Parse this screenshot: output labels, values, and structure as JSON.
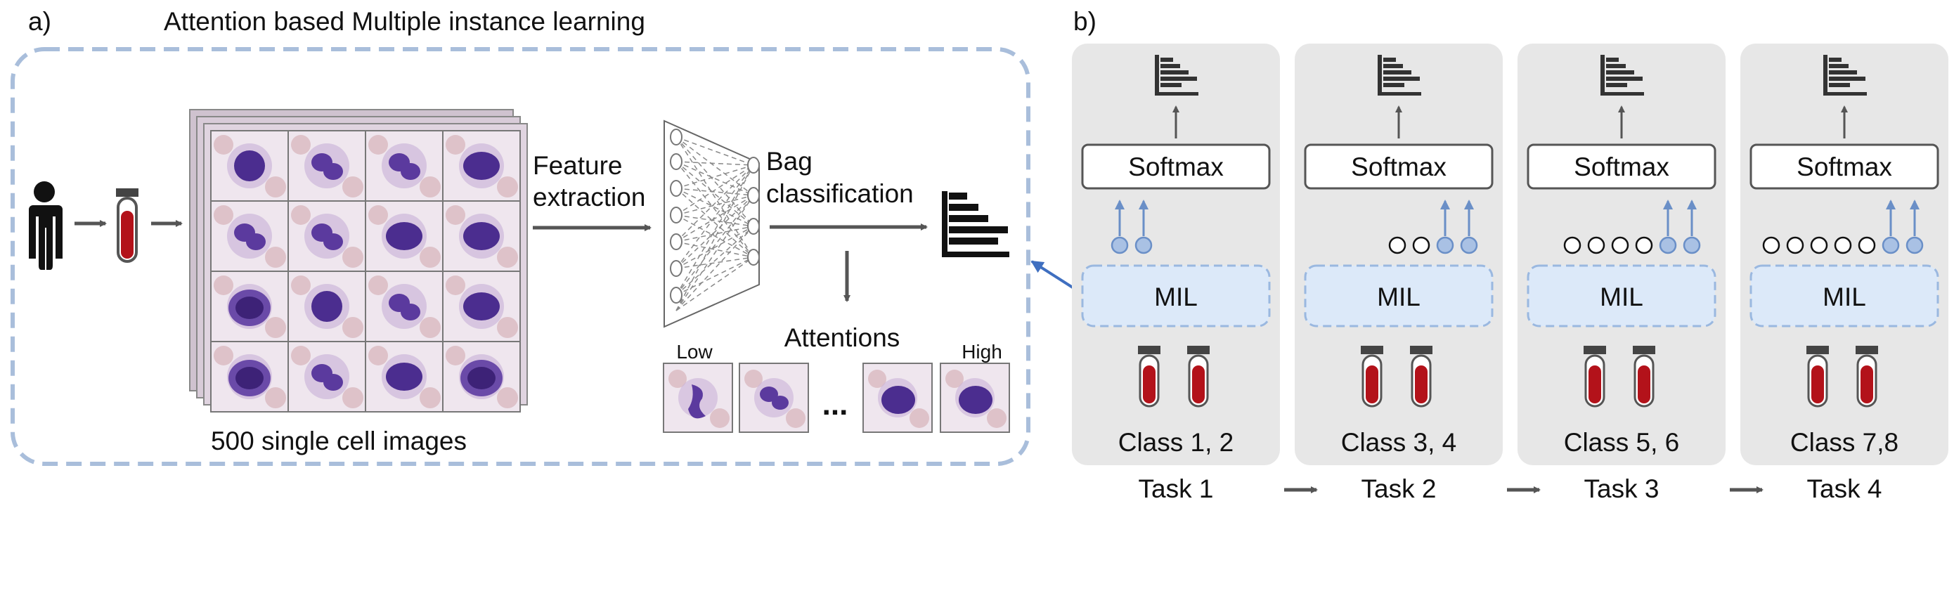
{
  "panel_a": {
    "label": "a)",
    "title": "Attention based Multiple instance learning",
    "feature_label_1": "Feature",
    "feature_label_2": "extraction",
    "bag_label_1": "Bag",
    "bag_label_2": "classification",
    "attentions_label": "Attentions",
    "low_label": "Low",
    "high_label": "High",
    "ellipsis": "...",
    "cells_caption": "500 single cell images"
  },
  "panel_b": {
    "label": "b)",
    "tasks": [
      {
        "task": "Task 1",
        "classes": "Class 1, 2",
        "softmax": "Softmax",
        "mil": "MIL",
        "inactive_outputs": 0,
        "active_outputs": 2
      },
      {
        "task": "Task 2",
        "classes": "Class 3, 4",
        "softmax": "Softmax",
        "mil": "MIL",
        "inactive_outputs": 2,
        "active_outputs": 2
      },
      {
        "task": "Task 3",
        "classes": "Class 5, 6",
        "softmax": "Softmax",
        "mil": "MIL",
        "inactive_outputs": 4,
        "active_outputs": 2
      },
      {
        "task": "Task 4",
        "classes": "Class 7,8",
        "softmax": "Softmax",
        "mil": "MIL",
        "inactive_outputs": 5,
        "active_outputs": 2
      }
    ]
  },
  "colors": {
    "panel_border": "#a9bedb",
    "task_bg": "#e7e7e7",
    "mil_fill": "#dce9f9",
    "mil_border": "#9ab8e0",
    "active_node": "#a9c1e4",
    "active_arrow": "#6a8fc7",
    "tube_red": "#b3121a",
    "arrow_gray": "#555555",
    "cell_purple": "#4b2d8f",
    "cell_bg": "#efe6ee"
  }
}
